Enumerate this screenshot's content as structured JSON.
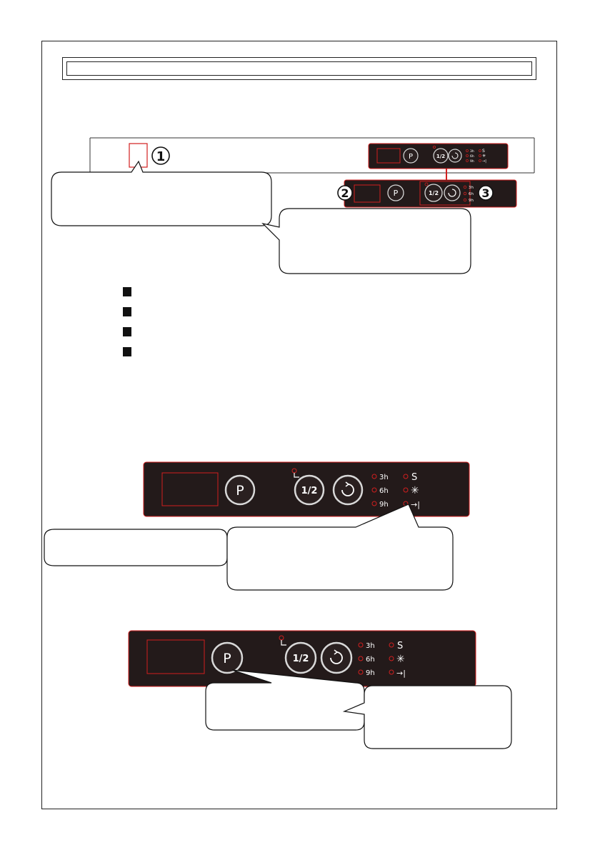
{
  "markers": {
    "one": "1",
    "two": "2",
    "three": "3"
  },
  "control_panel": {
    "program_button": "P",
    "half_load_button": "1/2",
    "delay_labels": [
      "3h",
      "6h",
      "9h"
    ],
    "indicator_icons": [
      "salt-refill-icon",
      "rinse-aid-icon",
      "end-of-cycle-icon"
    ]
  },
  "colors": {
    "panel": "#231a1a",
    "accent_red": "#d21f1f",
    "button_ring": "#d8d8d8",
    "button_fill": "#2a2020",
    "label": "#ffffff"
  }
}
